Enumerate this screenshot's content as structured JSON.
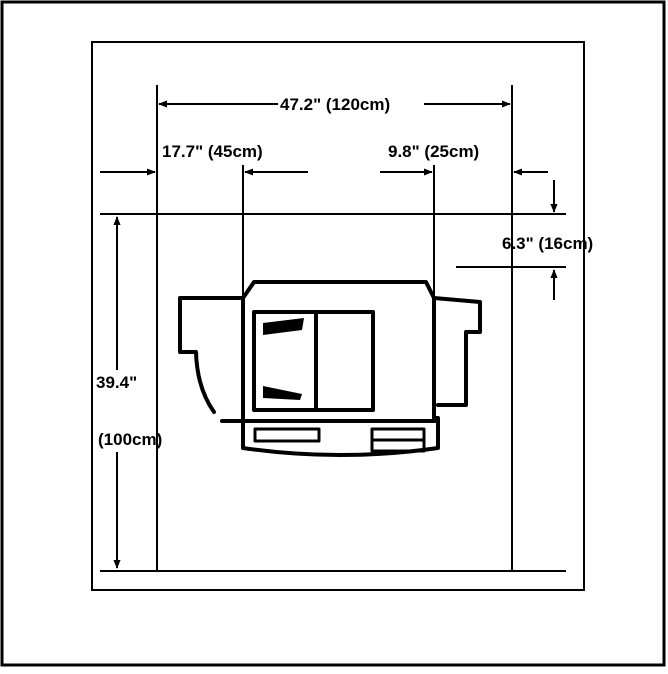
{
  "diagram": {
    "overall_width": "47.2\" (120cm)",
    "left_clearance": "17.7\"  (45cm)",
    "right_clearance": "9.8\"  (25cm)",
    "rear_clearance": "6.3\" (16cm)",
    "depth_value": "39.4\"",
    "depth_metric": "(100cm)",
    "colors": {
      "line": "#000000",
      "background": "#ffffff"
    }
  }
}
